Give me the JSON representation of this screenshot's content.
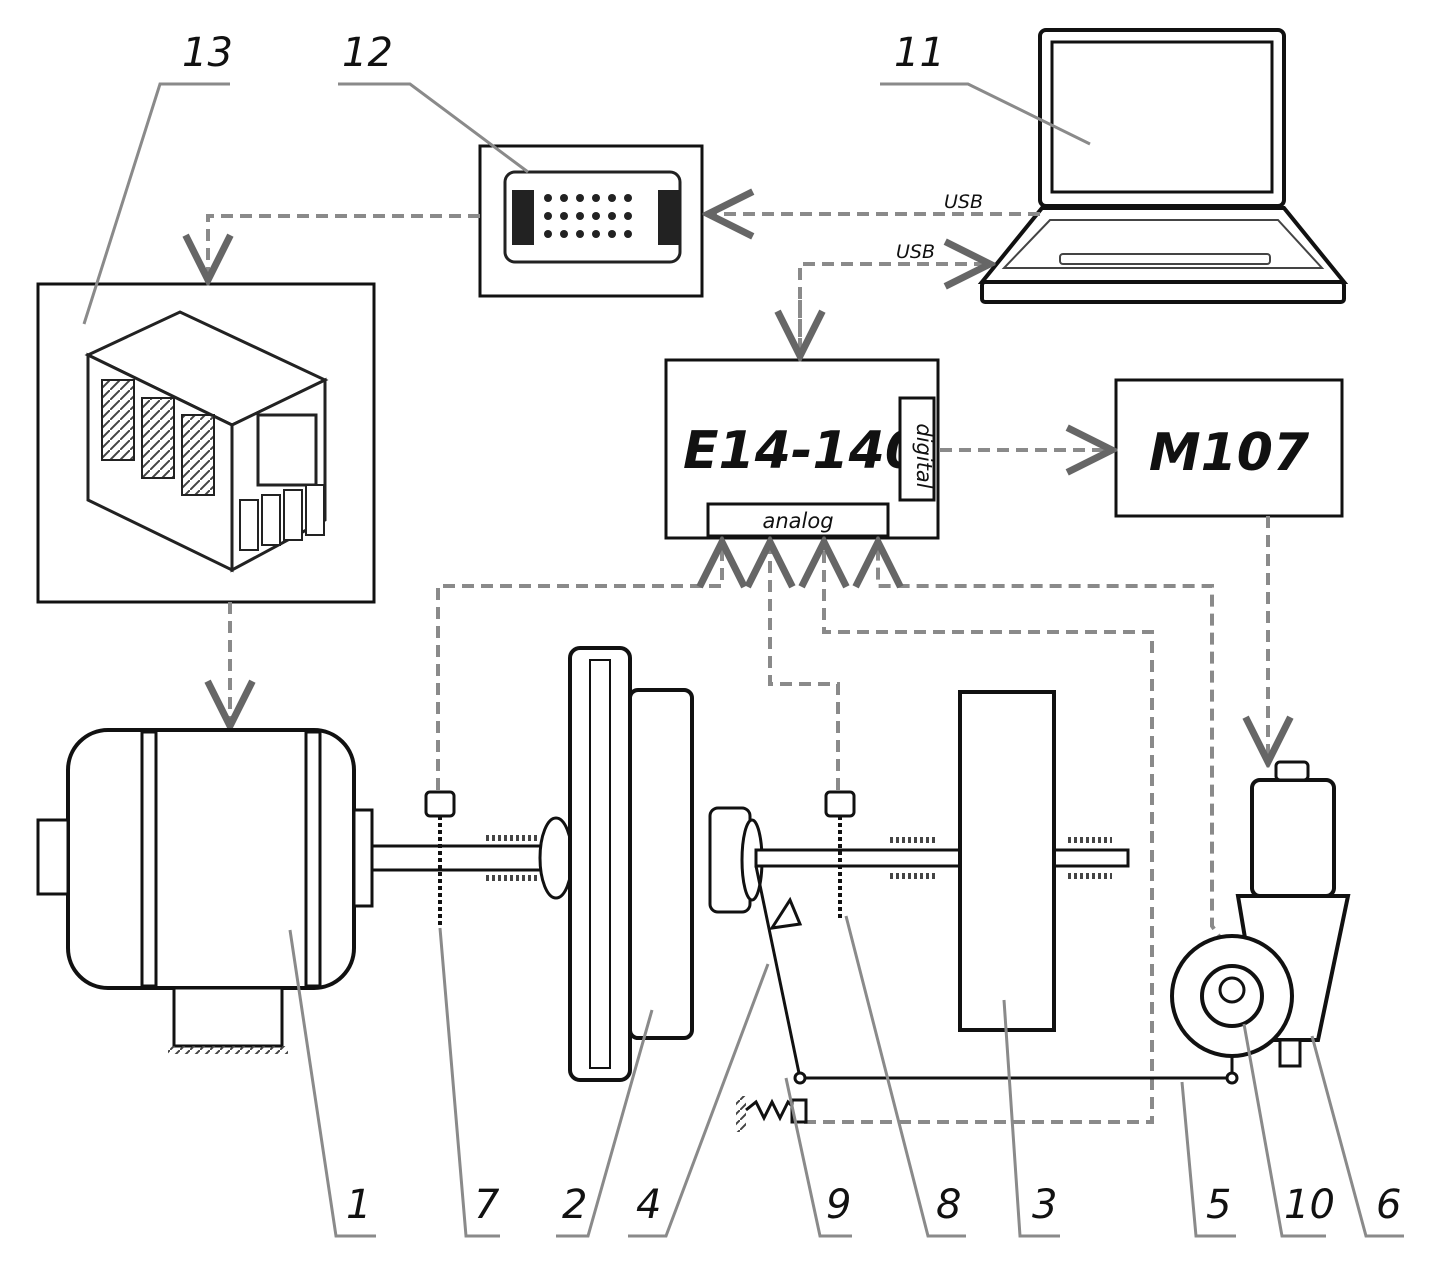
{
  "labels": {
    "l1": "1",
    "l2": "2",
    "l3": "3",
    "l4": "4",
    "l5": "5",
    "l6": "6",
    "l7": "7",
    "l8": "8",
    "l9": "9",
    "l10": "10",
    "l11": "11",
    "l12": "12",
    "l13": "13"
  },
  "blocks": {
    "adc_title": "E14-140",
    "adc_analog": "analog",
    "adc_digital": "digital",
    "m107_title": "M107"
  },
  "links": {
    "usb_top": "USB",
    "usb_bottom": "USB"
  },
  "colors": {
    "line": "#111111",
    "dash": "#8a8a8a",
    "background": "#ffffff"
  }
}
